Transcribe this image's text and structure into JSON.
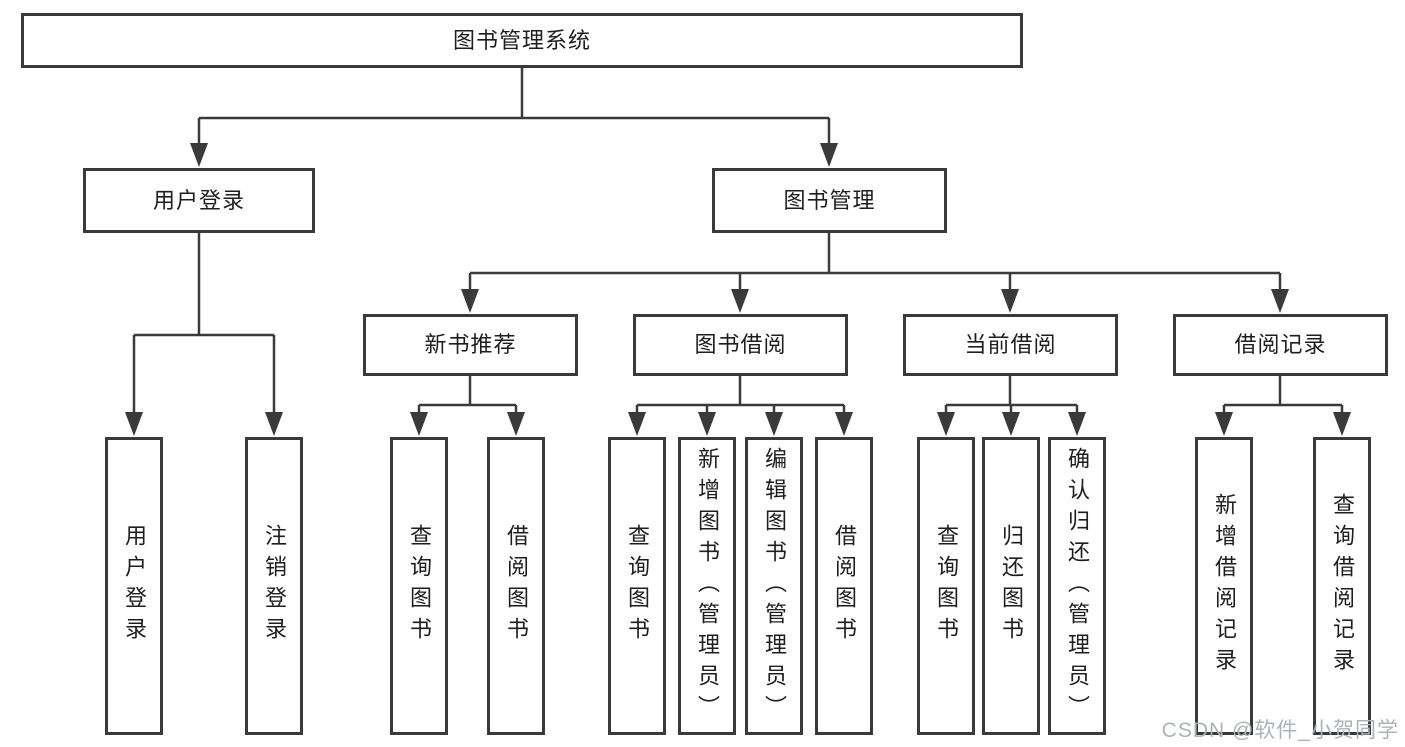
{
  "tree": {
    "root": {
      "label": "图书管理系统",
      "children": [
        {
          "label": "用户登录",
          "children": [
            {
              "label": "用户登录"
            },
            {
              "label": "注销登录"
            }
          ]
        },
        {
          "label": "图书管理",
          "children": [
            {
              "label": "新书推荐",
              "children": [
                {
                  "label": "查询图书"
                },
                {
                  "label": "借阅图书"
                }
              ]
            },
            {
              "label": "图书借阅",
              "children": [
                {
                  "label": "查询图书"
                },
                {
                  "label": "新增图书（管理员）"
                },
                {
                  "label": "编辑图书（管理员）"
                },
                {
                  "label": "借阅图书"
                }
              ]
            },
            {
              "label": "当前借阅",
              "children": [
                {
                  "label": "查询图书"
                },
                {
                  "label": "归还图书"
                },
                {
                  "label": "确认归还（管理员）"
                }
              ]
            },
            {
              "label": "借阅记录",
              "children": [
                {
                  "label": "新增借阅记录"
                },
                {
                  "label": "查询借阅记录"
                }
              ]
            }
          ]
        }
      ]
    }
  },
  "watermark": "CSDN @软件_小贺同学",
  "colors": {
    "line": "#3a3a3a",
    "text": "#1e1e1e",
    "watermark": "#adb2b8",
    "background": "#ffffff"
  }
}
